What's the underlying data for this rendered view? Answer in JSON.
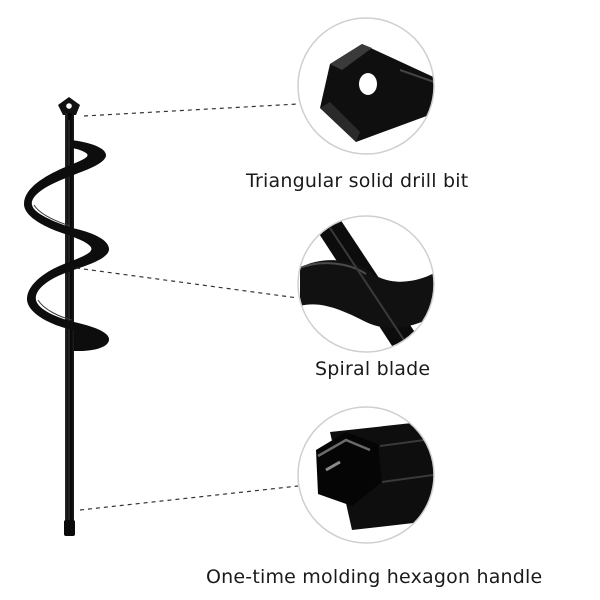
{
  "features": [
    {
      "label": "Triangular solid drill bit",
      "icon": "drill-bit-tip-closeup"
    },
    {
      "label": "Spiral blade",
      "icon": "spiral-blade-closeup"
    },
    {
      "label": "One-time molding hexagon handle",
      "icon": "hexagon-handle-closeup"
    }
  ],
  "colors": {
    "background": "#ffffff",
    "product": "#111111",
    "circle_border": "#cfcfcf",
    "leader_line": "#333333",
    "text": "#1a1a1a"
  }
}
